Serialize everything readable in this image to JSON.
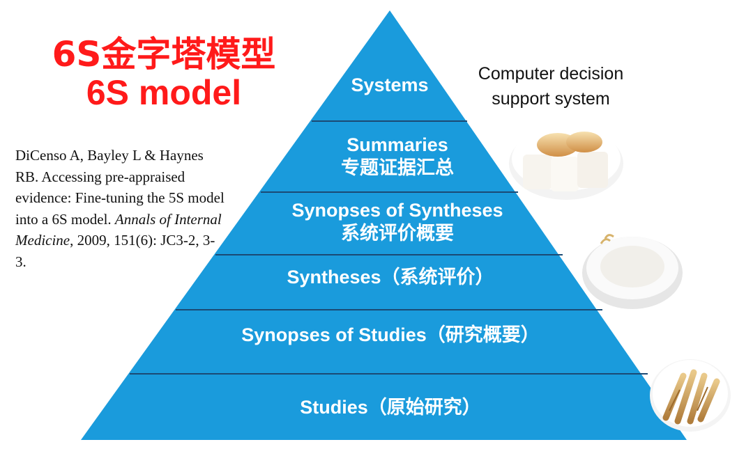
{
  "title": {
    "zh": "6S金字塔模型",
    "en": "6S model"
  },
  "citation": {
    "authors_text": "DiCenso A, Bayley L & Haynes RB. Accessing pre-appraised evidence: Fine-tuning the 5S model into a 6S model. ",
    "journal": "Annals of Internal Medicine",
    "details": ", 2009, 151(6): JC3-2, 3-3."
  },
  "side_label": {
    "line1": "Computer decision",
    "line2": "support system"
  },
  "pyramid": {
    "fill_color": "#1a9bdc",
    "divider_color": "#1b4a74",
    "levels": [
      {
        "name": "Systems",
        "zh": ""
      },
      {
        "name": "Summaries",
        "zh": "专题证据汇总"
      },
      {
        "name": "Synopses of Syntheses",
        "zh": "系统评价概要"
      },
      {
        "name": "Syntheses（系统评价）",
        "zh": ""
      },
      {
        "name": "Synopses of Studies（研究概要）",
        "zh": ""
      },
      {
        "name": "Studies（原始研究）",
        "zh": ""
      }
    ]
  },
  "colors": {
    "title": "#ff1a1a"
  }
}
